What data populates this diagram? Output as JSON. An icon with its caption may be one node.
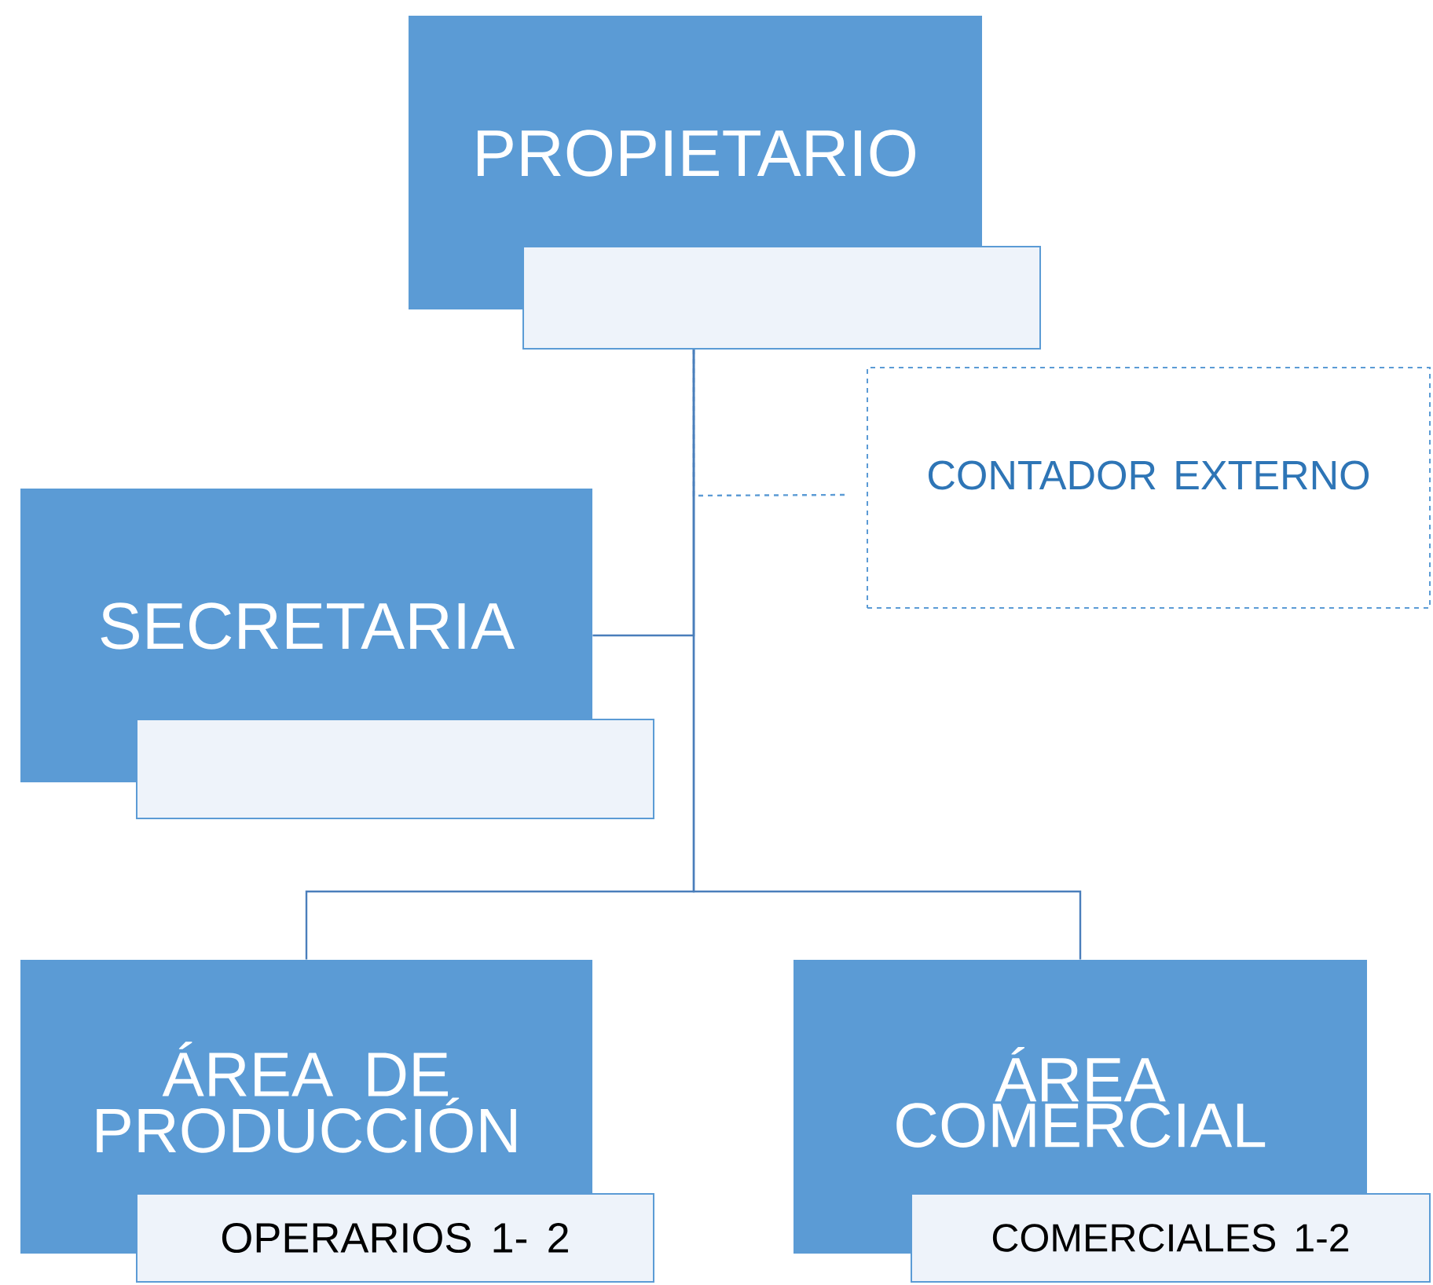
{
  "diagram": {
    "nodes": [
      {
        "text": [
          "PROPIETARIO"
        ]
      },
      {
        "text": [],
        "shape": "box"
      },
      {
        "text": [
          "CONTADOR EXTERNO"
        ]
      },
      {
        "text": [
          "SECRETARIA"
        ]
      },
      {
        "text": [],
        "shape": "box"
      },
      {
        "text": [
          "ÁREA DE PRODUCCIÓN"
        ]
      },
      {
        "text": [
          "OPERARIOS 1- 2"
        ]
      },
      {
        "text": [
          "ÁREA COMERCIAL"
        ]
      },
      {
        "text": [
          "COMERCIALES 1-2"
        ]
      }
    ],
    "edges": [
      {
        "from": 1,
        "to": 2,
        "arrow": "none",
        "style": "dashed"
      },
      {
        "from": 1,
        "to": 3,
        "arrow": "none"
      },
      {
        "from": 1,
        "to": 5,
        "arrow": "none"
      },
      {
        "from": 1,
        "to": 7,
        "arrow": "none"
      }
    ]
  }
}
